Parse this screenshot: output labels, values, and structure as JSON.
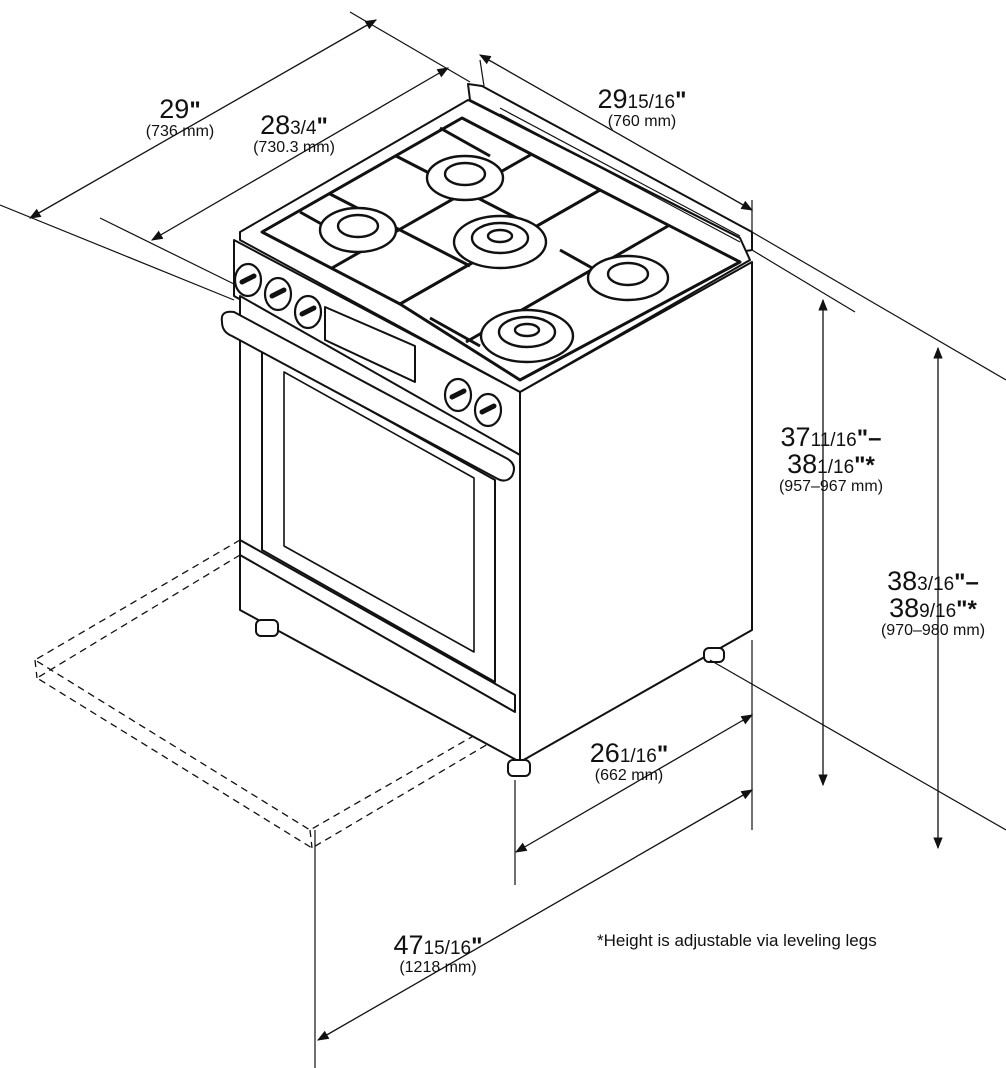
{
  "dimensions": {
    "width_overall": {
      "whole": "29",
      "frac": "",
      "suffix": "\"",
      "metric": "(736 mm)"
    },
    "width_cooktop": {
      "whole": "28",
      "frac": "3/4",
      "suffix": "\"",
      "metric": "(730.3 mm)"
    },
    "depth_top": {
      "whole": "29",
      "frac": "15/16",
      "suffix": "\"",
      "metric": "(760 mm)"
    },
    "height_cooktop": {
      "line1_whole": "37",
      "line1_frac": "11/16",
      "line1_suffix": "\"–",
      "line2_whole": "38",
      "line2_frac": "1/16",
      "line2_suffix": "\"*",
      "metric": "(957–967 mm)"
    },
    "height_overall": {
      "line1_whole": "38",
      "line1_frac": "3/16",
      "line1_suffix": "\"–",
      "line2_whole": "38",
      "line2_frac": "9/16",
      "line2_suffix": "\"*",
      "metric": "(970–980 mm)"
    },
    "depth_body": {
      "whole": "26",
      "frac": "1/16",
      "suffix": "\"",
      "metric": "(662 mm)"
    },
    "depth_door_open": {
      "whole": "47",
      "frac": "15/16",
      "suffix": "\"",
      "metric": "(1218 mm)"
    }
  },
  "footnote": "*Height is adjustable via leveling legs",
  "colors": {
    "line": "#111111",
    "body": "#ffffff",
    "grate": "#1a1a1a"
  }
}
